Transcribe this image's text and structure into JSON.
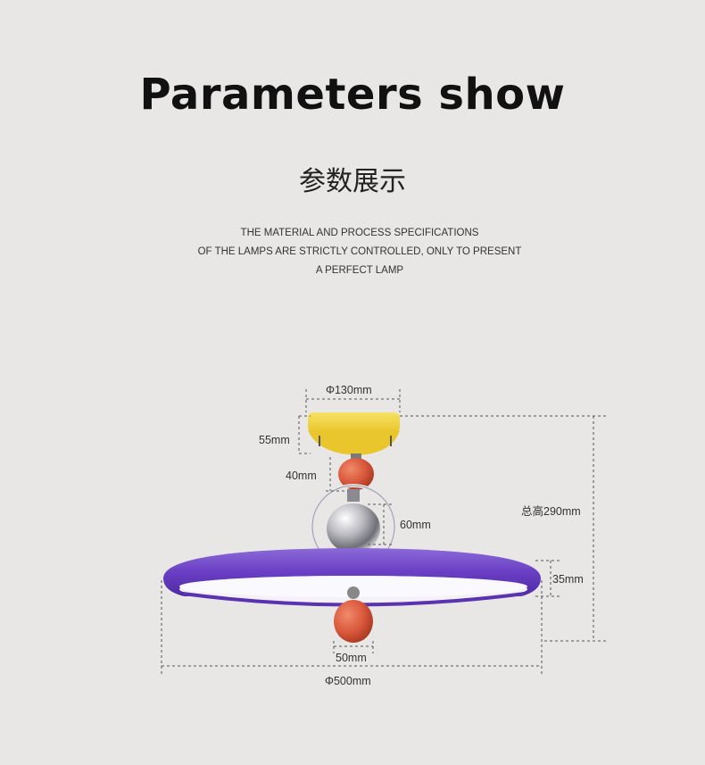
{
  "header": {
    "title": "Parameters show",
    "subtitle": "参数展示",
    "description_lines": [
      "THE MATERIAL AND PROCESS SPECIFICATIONS",
      "OF THE LAMPS ARE STRICTLY CONTROLLED, ONLY TO PRESENT",
      "A PERFECT LAMP"
    ]
  },
  "dimensions": {
    "canopy_diameter": "Φ130mm",
    "canopy_height": "55mm",
    "bead_height": "40mm",
    "ball_height": "60mm",
    "total_height": "总高290mm",
    "shade_height": "35mm",
    "bottom_bead_width": "50mm",
    "shade_diameter": "Φ500mm"
  },
  "colors": {
    "background": "#e9e7e6",
    "canopy": "#f2d53c",
    "bead": "#d9583b",
    "chrome": "#c9c9cc",
    "shade": "#6a3fc4",
    "diffuser": "#f4f2f8",
    "dim_line": "#555555"
  }
}
